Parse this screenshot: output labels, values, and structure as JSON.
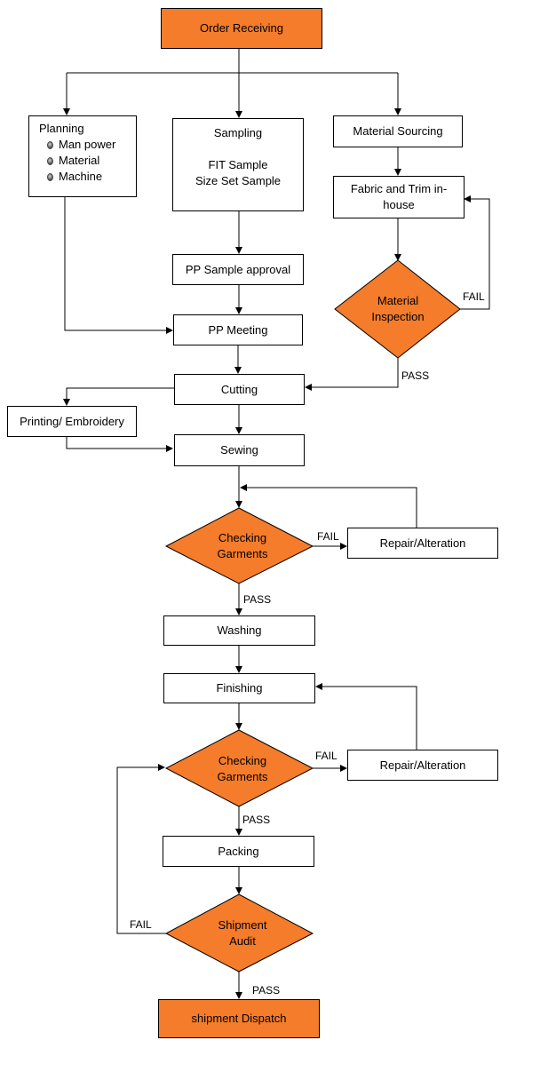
{
  "nodes": {
    "order_receiving": "Order Receiving",
    "planning": {
      "title": "Planning",
      "items": [
        "Man power",
        "Material",
        "Machine"
      ]
    },
    "sampling": {
      "title": "Sampling",
      "lines": [
        "FIT Sample",
        "Size Set Sample"
      ]
    },
    "material_sourcing": "Material Sourcing",
    "fabric_trim": "Fabric and Trim in-house",
    "pp_sample": "PP Sample approval",
    "material_inspection": "Material Inspection",
    "pp_meeting": "PP Meeting",
    "cutting": "Cutting",
    "printing": "Printing/ Embroidery",
    "sewing": "Sewing",
    "checking_1": "Checking Garments",
    "repair_1": "Repair/Alteration",
    "washing": "Washing",
    "finishing": "Finishing",
    "checking_2": "Checking Garments",
    "repair_2": "Repair/Alteration",
    "packing": "Packing",
    "shipment_audit": "Shipment Audit",
    "shipment_dispatch": "shipment Dispatch"
  },
  "edge_labels": {
    "inspection_fail": "FAIL",
    "inspection_pass": "PASS",
    "check1_fail": "FAIL",
    "check1_pass": "PASS",
    "check2_fail": "FAIL",
    "check2_pass": "PASS",
    "audit_fail": "FAIL",
    "audit_pass": "PASS"
  },
  "colors": {
    "highlight_fill": "#f47c2a",
    "line": "#000000",
    "box_fill": "#ffffff"
  }
}
